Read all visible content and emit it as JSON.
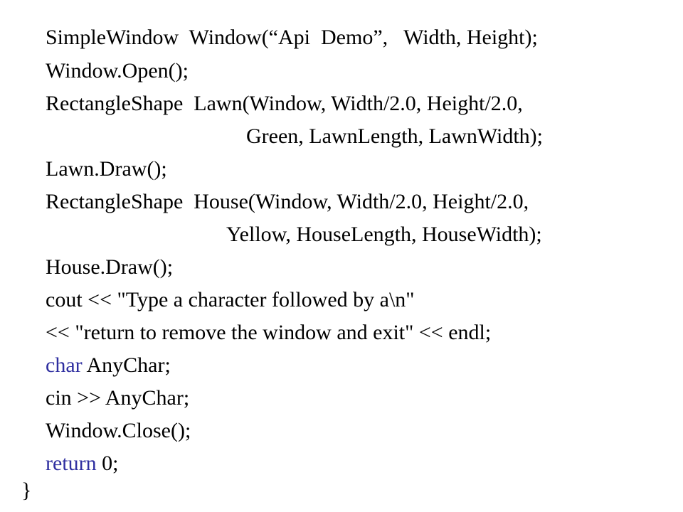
{
  "code": {
    "lines": [
      {
        "text": "SimpleWindow  Window(“Api  Demo”,   Width, Height);"
      },
      {
        "text": "Window.Open();"
      },
      {
        "text": "RectangleShape  Lawn(Window, Width/2.0, Height/2.0,"
      },
      {
        "text": "Green, LawnLength, LawnWidth);"
      },
      {
        "text": "Lawn.Draw();"
      },
      {
        "text": "RectangleShape  House(Window, Width/2.0, Height/2.0,"
      },
      {
        "text": "Yellow, HouseLength, HouseWidth);"
      },
      {
        "text": "House.Draw();"
      },
      {
        "text": "cout << \"Type a character followed by a\\n\""
      },
      {
        "text": "<< \"return to remove the window and exit\" << endl;"
      },
      {
        "keyword": "char",
        "text": " AnyChar;"
      },
      {
        "text": "cin >> AnyChar;"
      },
      {
        "text": "Window.Close();"
      },
      {
        "keyword": "return",
        "text": " 0;"
      },
      {
        "text": "}"
      }
    ]
  },
  "colors": {
    "keyword": "#2e2ea0",
    "text": "#000000",
    "background": "#ffffff"
  }
}
